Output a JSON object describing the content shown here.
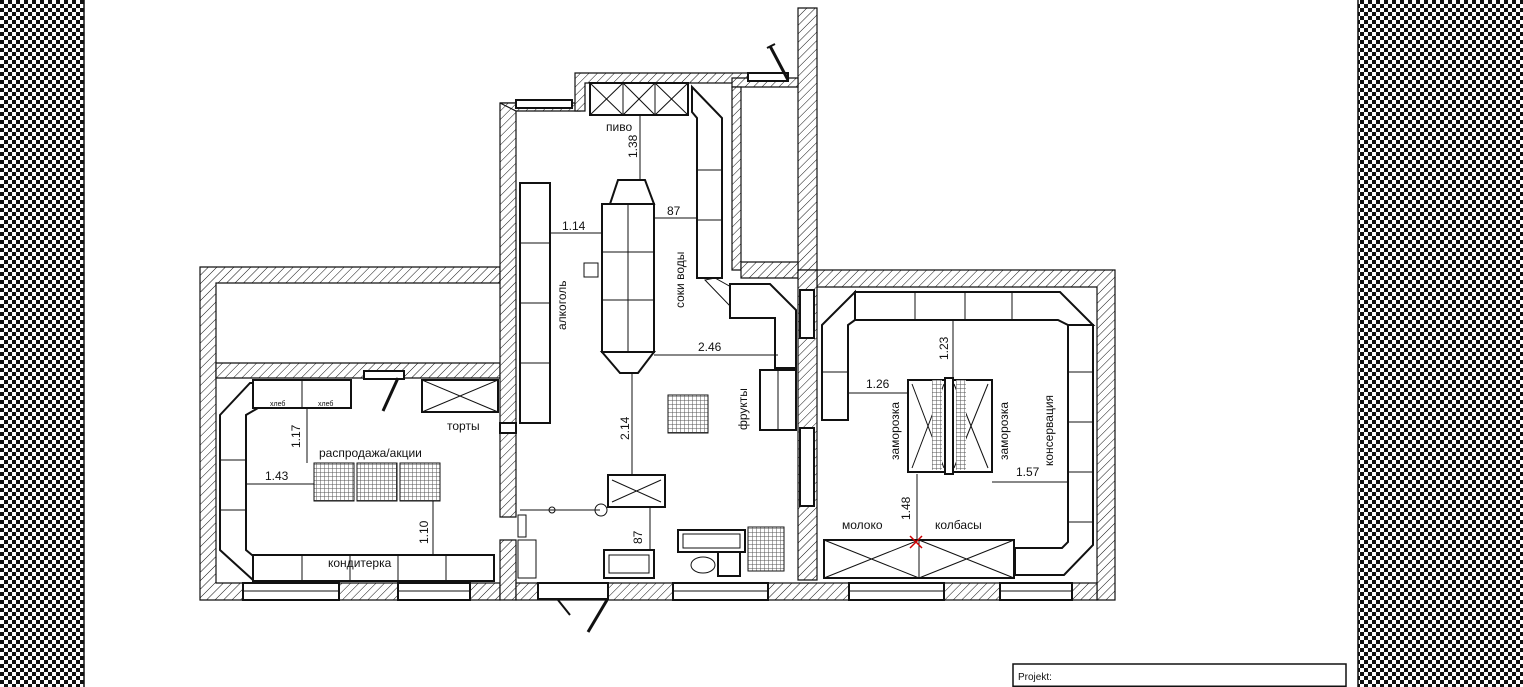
{
  "plan": {
    "labels": {
      "pivo": "пиво",
      "alkogol": "алкоголь",
      "soki_vody": "соки воды",
      "frukty": "фрукты",
      "torty": "торты",
      "rasprodazha": "распродажа/акции",
      "konditerka": "кондитерка",
      "zamorozka_1": "заморозка",
      "zamorozka_2": "заморозка",
      "konservatsiya": "консервация",
      "moloko": "молоко",
      "kolbasy": "колбасы",
      "hleb_1": "хлеб",
      "hleb_2": "хлеб"
    },
    "dimensions": {
      "d_138": "1.38",
      "d_87_top": "87",
      "d_114": "1.14",
      "d_246": "2.46",
      "d_214": "2.14",
      "d_87_bottom": "87",
      "d_117": "1.17",
      "d_143": "1.43",
      "d_110": "1.10",
      "d_126": "1.26",
      "d_123": "1.23",
      "d_148": "1.48",
      "d_157": "1.57"
    },
    "title_block": {
      "projekt_label": "Projekt:"
    }
  }
}
